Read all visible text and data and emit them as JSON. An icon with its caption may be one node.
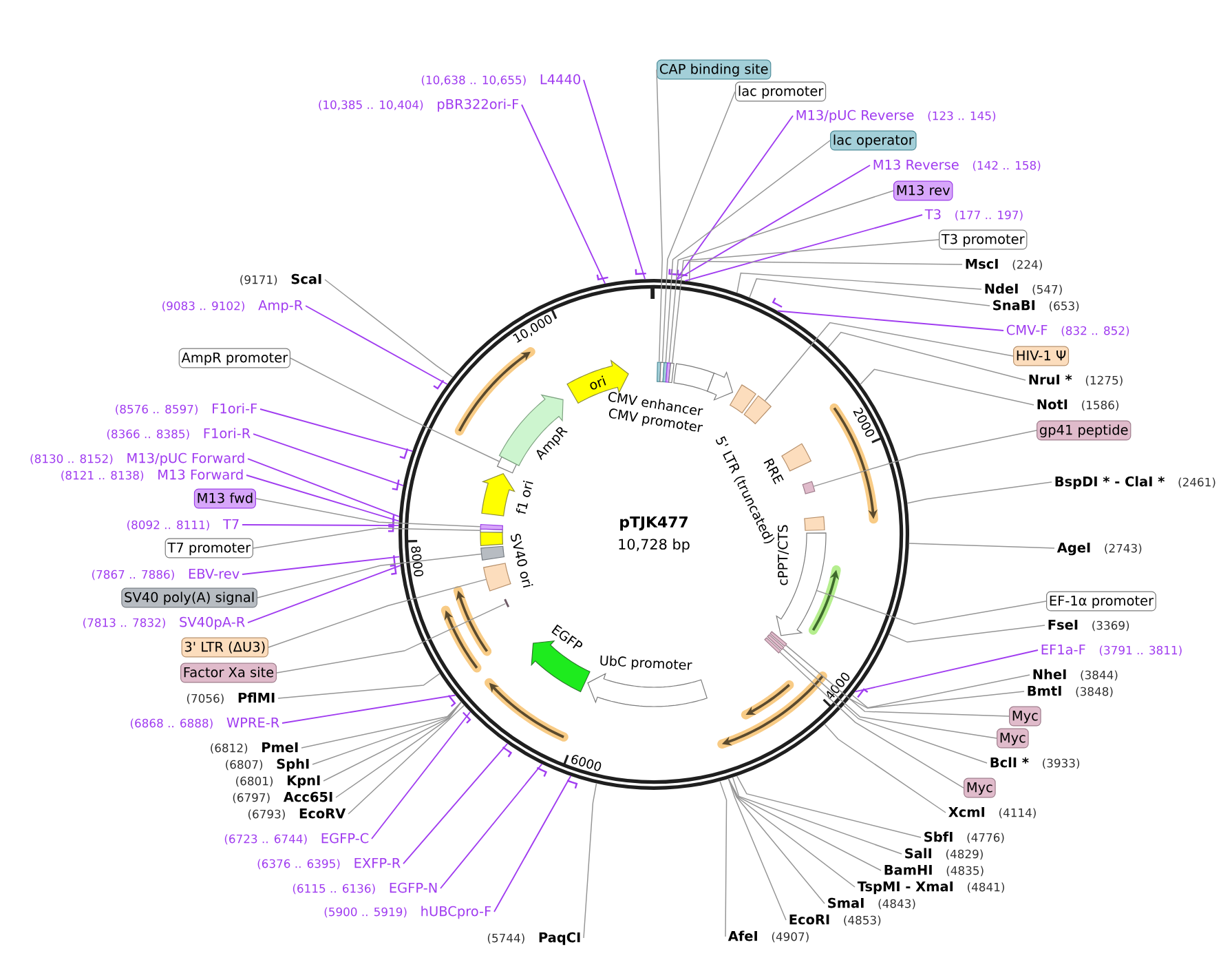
{
  "diagram": {
    "nodes": [
      {
        "text": [
          "pTJK477",
          "10,728 bp"
        ]
      },
      {
        "text": [],
        "shape": "box",
        "in": 0
      },
      {
        "text": [],
        "shape": "box",
        "in": 0
      },
      {
        "text": [],
        "shape": "box",
        "in": 0
      },
      {
        "text": [],
        "shape": "box",
        "in": 0
      },
      {
        "text": [],
        "shape": "box",
        "in": 0
      },
      {
        "text": [
          "CMV enhancer"
        ],
        "in": 0
      },
      {
        "text": [
          "CMV promoter"
        ],
        "in": 0
      },
      {
        "text": [
          "5' LTR (truncated)"
        ],
        "in": 0
      },
      {
        "text": [],
        "shape": "box",
        "in": 0
      },
      {
        "text": [
          "RRE"
        ],
        "in": 0
      },
      {
        "text": [],
        "shape": "box",
        "in": 0
      },
      {
        "text": [
          "cPPT/CTS"
        ],
        "in": 0
      },
      {
        "text": [],
        "shape": "arrow",
        "in": 0
      },
      {
        "text": [],
        "shape": "box",
        "in": 0
      },
      {
        "text": [],
        "shape": "box",
        "in": 0
      },
      {
        "text": [],
        "shape": "box",
        "in": 0
      },
      {
        "text": [
          "UbC promoter"
        ],
        "in": 0
      },
      {
        "text": [
          "EGFP"
        ],
        "in": 0
      },
      {
        "text": [],
        "shape": "bar",
        "in": 0
      },
      {
        "text": [],
        "shape": "box",
        "in": 0
      },
      {
        "text": [],
        "shape": "box",
        "in": 0
      },
      {
        "text": [
          "SV40 ori"
        ],
        "in": 0
      },
      {
        "text": [],
        "shape": "box",
        "in": 0
      },
      {
        "text": [],
        "shape": "box",
        "in": 0
      },
      {
        "text": [
          "f1 ori"
        ],
        "in": 0
      },
      {
        "text": [],
        "shape": "box",
        "in": 0
      },
      {
        "text": [
          "AmpR"
        ],
        "in": 0
      },
      {
        "text": [
          "ori"
        ],
        "in": 0
      },
      {
        "text": [
          "CAP binding site"
        ]
      },
      {
        "text": [
          "lac promoter"
        ]
      },
      {
        "text": [
          "M13/pUC Reverse",
          "(123 .. 145)"
        ]
      },
      {
        "text": [
          "lac operator"
        ]
      },
      {
        "text": [
          "M13 Reverse",
          "(142 .. 158)"
        ]
      },
      {
        "text": [
          "M13 rev"
        ]
      },
      {
        "text": [
          "T3",
          "(177 .. 197)"
        ]
      },
      {
        "text": [
          "T3 promoter"
        ]
      },
      {
        "text": [
          "MscI",
          "(224)"
        ]
      },
      {
        "text": [
          "NdeI",
          "(547)"
        ]
      },
      {
        "text": [
          "SnaBI",
          "(653)"
        ]
      },
      {
        "text": [
          "CMV-F",
          "(832 .. 852)"
        ]
      },
      {
        "text": [
          "HIV-1 Ψ"
        ]
      },
      {
        "text": [
          "NruI *",
          "(1275)"
        ]
      },
      {
        "text": [
          "NotI",
          "(1586)"
        ]
      },
      {
        "text": [
          "gp41 peptide"
        ]
      },
      {
        "text": [
          "BspDI * - ClaI *",
          "(2461)"
        ]
      },
      {
        "text": [
          "AgeI",
          "(2743)"
        ]
      },
      {
        "text": [
          "EF-1α promoter"
        ]
      },
      {
        "text": [
          "FseI",
          "(3369)"
        ]
      },
      {
        "text": [
          "EF1a-F",
          "(3791 .. 3811)"
        ]
      },
      {
        "text": [
          "NheI",
          "(3844)"
        ]
      },
      {
        "text": [
          "BmtI",
          "(3848)"
        ]
      },
      {
        "text": [
          "Myc"
        ]
      },
      {
        "text": [
          "Myc"
        ]
      },
      {
        "text": [
          "BclI *",
          "(3933)"
        ]
      },
      {
        "text": [
          "Myc"
        ]
      },
      {
        "text": [
          "XcmI",
          "(4114)"
        ]
      },
      {
        "text": [
          "SbfI",
          "(4776)"
        ]
      },
      {
        "text": [
          "SalI",
          "(4829)"
        ]
      },
      {
        "text": [
          "BamHI",
          "(4835)"
        ]
      },
      {
        "text": [
          "TspMI - XmaI",
          "(4841)"
        ]
      },
      {
        "text": [
          "SmaI",
          "(4843)"
        ]
      },
      {
        "text": [
          "EcoRI",
          "(4853)"
        ]
      },
      {
        "text": [
          "AfeI",
          "(4907)"
        ]
      },
      {
        "text": [
          "(5744)",
          "PaqCI"
        ]
      },
      {
        "text": [
          "(5900 .. 5919)",
          "hUBCpro-F"
        ]
      },
      {
        "text": [
          "(6115 .. 6136)",
          "EGFP-N"
        ]
      },
      {
        "text": [
          "(6376 .. 6395)",
          "EXFP-R"
        ]
      },
      {
        "text": [
          "(6723 .. 6744)",
          "EGFP-C"
        ]
      },
      {
        "text": [
          "(6793)",
          "EcoRV"
        ]
      },
      {
        "text": [
          "(6797)",
          "Acc65I"
        ]
      },
      {
        "text": [
          "(6801)",
          "KpnI"
        ]
      },
      {
        "text": [
          "(6807)",
          "SphI"
        ]
      },
      {
        "text": [
          "(6812)",
          "PmeI"
        ]
      },
      {
        "text": [
          "(6868 .. 6888)",
          "WPRE-R"
        ]
      },
      {
        "text": [
          "(7056)",
          "PflMI"
        ]
      },
      {
        "text": [
          "Factor Xa site"
        ]
      },
      {
        "text": [
          "3' LTR (ΔU3)"
        ]
      },
      {
        "text": [
          "(7813 .. 7832)",
          "SV40pA-R"
        ]
      },
      {
        "text": [
          "SV40 poly(A) signal"
        ]
      },
      {
        "text": [
          "(7867 .. 7886)",
          "EBV-rev"
        ]
      },
      {
        "text": [
          "T7 promoter"
        ]
      },
      {
        "text": [
          "(8092 .. 8111)",
          "T7"
        ]
      },
      {
        "text": [
          "M13 fwd"
        ]
      },
      {
        "text": [
          "(8121 .. 8138)",
          "M13 Forward"
        ]
      },
      {
        "text": [
          "(8130 .. 8152)",
          "M13/pUC Forward"
        ]
      },
      {
        "text": [
          "(8366 .. 8385)",
          "F1ori-R"
        ]
      },
      {
        "text": [
          "(8576 .. 8597)",
          "F1ori-F"
        ]
      },
      {
        "text": [
          "AmpR promoter"
        ]
      },
      {
        "text": [
          "(9083 .. 9102)",
          "Amp-R"
        ]
      },
      {
        "text": [
          "(9171)",
          "ScaI"
        ]
      },
      {
        "text": [
          "(10,385 .. 10,404)",
          "pBR322ori-F"
        ]
      },
      {
        "text": [
          "(10,638 .. 10,655)",
          "L4440"
        ]
      }
    ],
    "edges": [
      {
        "from": 29,
        "to": 1,
        "arrow": "none"
      },
      {
        "from": 30,
        "to": 2,
        "arrow": "none"
      },
      {
        "from": 31,
        "to": 0,
        "arrow": "none",
        "color": "#a03cf0"
      },
      {
        "from": 32,
        "to": 3,
        "arrow": "none"
      },
      {
        "from": 33,
        "to": 0,
        "arrow": "none",
        "color": "#a03cf0"
      },
      {
        "from": 34,
        "to": 4,
        "arrow": "none"
      },
      {
        "from": 35,
        "to": 0,
        "arrow": "none",
        "color": "#a03cf0"
      },
      {
        "from": 36,
        "to": 5,
        "arrow": "none"
      },
      {
        "from": 37,
        "to": 0,
        "arrow": "none"
      },
      {
        "from": 38,
        "to": 0,
        "arrow": "none"
      },
      {
        "from": 39,
        "to": 0,
        "arrow": "none"
      },
      {
        "from": 40,
        "to": 0,
        "arrow": "none",
        "color": "#a03cf0"
      },
      {
        "from": 41,
        "to": 9,
        "arrow": "none"
      },
      {
        "from": 42,
        "to": 0,
        "arrow": "none"
      },
      {
        "from": 43,
        "to": 0,
        "arrow": "none"
      },
      {
        "from": 44,
        "to": 11,
        "arrow": "none"
      },
      {
        "from": 45,
        "to": 0,
        "arrow": "none"
      },
      {
        "from": 46,
        "to": 0,
        "arrow": "none"
      },
      {
        "from": 47,
        "to": 13,
        "arrow": "none"
      },
      {
        "from": 48,
        "to": 0,
        "arrow": "none"
      },
      {
        "from": 49,
        "to": 0,
        "arrow": "none",
        "color": "#a03cf0"
      },
      {
        "from": 50,
        "to": 0,
        "arrow": "none"
      },
      {
        "from": 51,
        "to": 0,
        "arrow": "none"
      },
      {
        "from": 52,
        "to": 14,
        "arrow": "none"
      },
      {
        "from": 53,
        "to": 15,
        "arrow": "none"
      },
      {
        "from": 54,
        "to": 0,
        "arrow": "none"
      },
      {
        "from": 55,
        "to": 16,
        "arrow": "none"
      },
      {
        "from": 56,
        "to": 0,
        "arrow": "none"
      },
      {
        "from": 57,
        "to": 0,
        "arrow": "none"
      },
      {
        "from": 58,
        "to": 0,
        "arrow": "none"
      },
      {
        "from": 59,
        "to": 0,
        "arrow": "none"
      },
      {
        "from": 60,
        "to": 0,
        "arrow": "none"
      },
      {
        "from": 61,
        "to": 0,
        "arrow": "none"
      },
      {
        "from": 62,
        "to": 0,
        "arrow": "none"
      },
      {
        "from": 63,
        "to": 0,
        "arrow": "none"
      },
      {
        "from": 64,
        "to": 0,
        "arrow": "none"
      },
      {
        "from": 65,
        "to": 0,
        "arrow": "none",
        "color": "#a03cf0"
      },
      {
        "from": 66,
        "to": 0,
        "arrow": "none",
        "color": "#a03cf0"
      },
      {
        "from": 67,
        "to": 0,
        "arrow": "none",
        "color": "#a03cf0"
      },
      {
        "from": 68,
        "to": 0,
        "arrow": "none",
        "color": "#a03cf0"
      },
      {
        "from": 69,
        "to": 0,
        "arrow": "none"
      },
      {
        "from": 70,
        "to": 0,
        "arrow": "none"
      },
      {
        "from": 71,
        "to": 0,
        "arrow": "none"
      },
      {
        "from": 72,
        "to": 0,
        "arrow": "none"
      },
      {
        "from": 73,
        "to": 0,
        "arrow": "none"
      },
      {
        "from": 74,
        "to": 0,
        "arrow": "none",
        "color": "#a03cf0"
      },
      {
        "from": 75,
        "to": 0,
        "arrow": "none"
      },
      {
        "from": 76,
        "to": 19,
        "arrow": "none"
      },
      {
        "from": 77,
        "to": 20,
        "arrow": "none"
      },
      {
        "from": 78,
        "to": 0,
        "arrow": "none",
        "color": "#a03cf0"
      },
      {
        "from": 79,
        "to": 21,
        "arrow": "none"
      },
      {
        "from": 80,
        "to": 0,
        "arrow": "none",
        "color": "#a03cf0"
      },
      {
        "from": 81,
        "to": 23,
        "arrow": "none"
      },
      {
        "from": 82,
        "to": 0,
        "arrow": "none",
        "color": "#a03cf0"
      },
      {
        "from": 83,
        "to": 24,
        "arrow": "none"
      },
      {
        "from": 84,
        "to": 0,
        "arrow": "none",
        "color": "#a03cf0"
      },
      {
        "from": 85,
        "to": 0,
        "arrow": "none",
        "color": "#a03cf0"
      },
      {
        "from": 86,
        "to": 0,
        "arrow": "none",
        "color": "#a03cf0"
      },
      {
        "from": 87,
        "to": 0,
        "arrow": "none",
        "color": "#a03cf0"
      },
      {
        "from": 88,
        "to": 26,
        "arrow": "none"
      },
      {
        "from": 89,
        "to": 0,
        "arrow": "none",
        "color": "#a03cf0"
      },
      {
        "from": 90,
        "to": 0,
        "arrow": "none"
      },
      {
        "from": 91,
        "to": 0,
        "arrow": "none",
        "color": "#a03cf0"
      },
      {
        "from": 92,
        "to": 0,
        "arrow": "none",
        "color": "#a03cf0"
      }
    ],
    "labels": [
      "2000",
      "4000",
      "6000",
      "8000",
      "10,000"
    ]
  }
}
